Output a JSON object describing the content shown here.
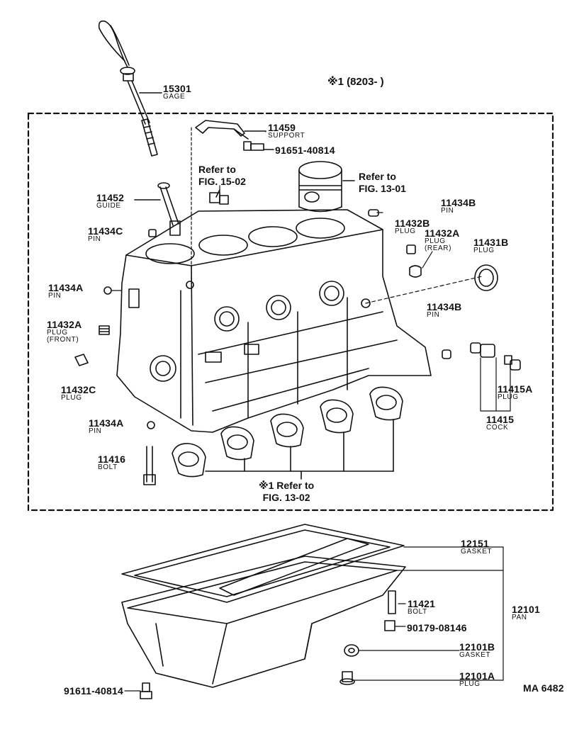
{
  "header": {
    "note": "※1 (8203-        )"
  },
  "parts": {
    "p15301": {
      "num": "15301",
      "name": "GAGE"
    },
    "p11459": {
      "num": "11459",
      "name": "SUPPORT"
    },
    "p91651": {
      "num": "91651-40814"
    },
    "p11452": {
      "num": "11452",
      "name": "GUIDE"
    },
    "p11434c": {
      "num": "11434C",
      "name": "PIN"
    },
    "p11434b_top": {
      "num": "11434B",
      "name": "PIN"
    },
    "p11432b": {
      "num": "11432B",
      "name": "PLUG"
    },
    "p11432a_rear": {
      "num": "11432A",
      "name": "PLUG",
      "extra": "(REAR)"
    },
    "p11431b": {
      "num": "11431B",
      "name": "PLUG"
    },
    "p11434a_left": {
      "num": "11434A",
      "name": "PIN"
    },
    "p11432a_front": {
      "num": "11432A",
      "name": "PLUG",
      "extra": "(FRONT)"
    },
    "p11434b_right": {
      "num": "11434B",
      "name": "PIN"
    },
    "p11432c": {
      "num": "11432C",
      "name": "PLUG"
    },
    "p11415a": {
      "num": "11415A",
      "name": "PLUG"
    },
    "p11415": {
      "num": "11415",
      "name": "COCK"
    },
    "p11434a_low": {
      "num": "11434A",
      "name": "PIN"
    },
    "p11416": {
      "num": "11416",
      "name": "BOLT"
    },
    "p12151": {
      "num": "12151",
      "name": "GASKET"
    },
    "p11421": {
      "num": "11421",
      "name": "BOLT"
    },
    "p12101": {
      "num": "12101",
      "name": "PAN"
    },
    "p90179": {
      "num": "90179-08146"
    },
    "p12101b": {
      "num": "12101B",
      "name": "GASKET"
    },
    "p12101a": {
      "num": "12101A",
      "name": "PLUG"
    },
    "p91611": {
      "num": "91611-40814"
    }
  },
  "refs": {
    "fig1502": {
      "line1": "Refer to",
      "line2": "FIG. 15-02"
    },
    "fig1301": {
      "line1": "Refer to",
      "line2": "FIG. 13-01"
    },
    "fig1302": {
      "line1": "※1 Refer to",
      "line2": "FIG. 13-02"
    }
  },
  "footer": {
    "code": "MA 6482"
  }
}
